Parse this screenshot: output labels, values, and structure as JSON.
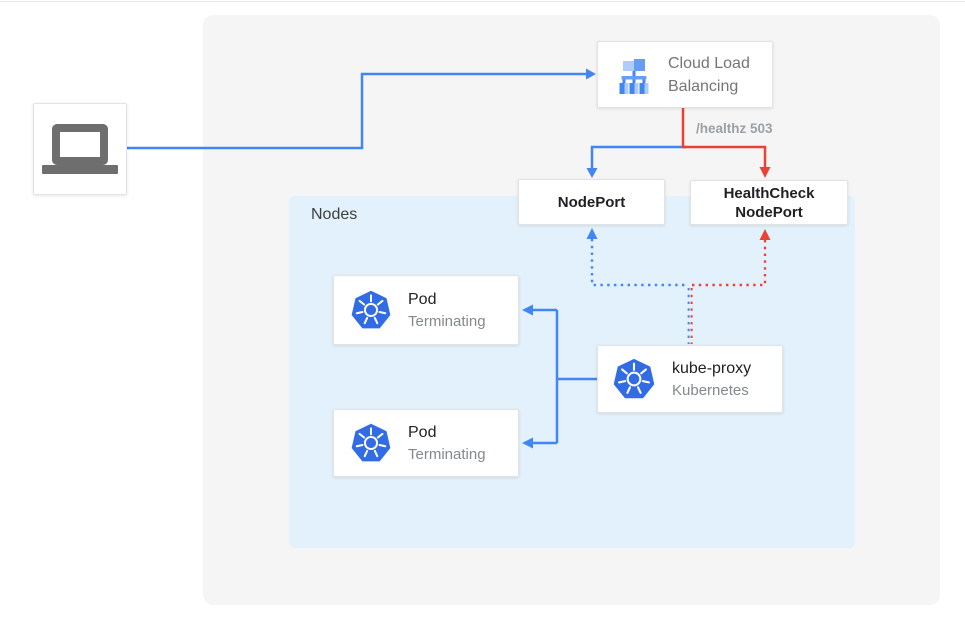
{
  "colors": {
    "traffic_blue": "#4285f4",
    "healthcheck_red": "#ea4335",
    "kubernetes_blue": "#326ce5",
    "nodes_panel_blue": "#e3f1fc",
    "outer_panel_gray": "#f5f5f5"
  },
  "diagram": {
    "client": {
      "icon": "laptop-icon"
    },
    "load_balancer": {
      "title": "Cloud Load Balancing",
      "icon": "cloud-load-balancing-icon"
    },
    "healthz_badge": "/healthz 503",
    "nodeport": {
      "label": "NodePort"
    },
    "healthcheck_nodeport": {
      "label": "HealthCheck NodePort"
    },
    "nodes_panel": {
      "label": "Nodes"
    },
    "pods": [
      {
        "title": "Pod",
        "status": "Terminating",
        "icon": "kubernetes-icon"
      },
      {
        "title": "Pod",
        "status": "Terminating",
        "icon": "kubernetes-icon"
      }
    ],
    "kube_proxy": {
      "title": "kube-proxy",
      "subtitle": "Kubernetes",
      "icon": "kubernetes-icon"
    }
  }
}
